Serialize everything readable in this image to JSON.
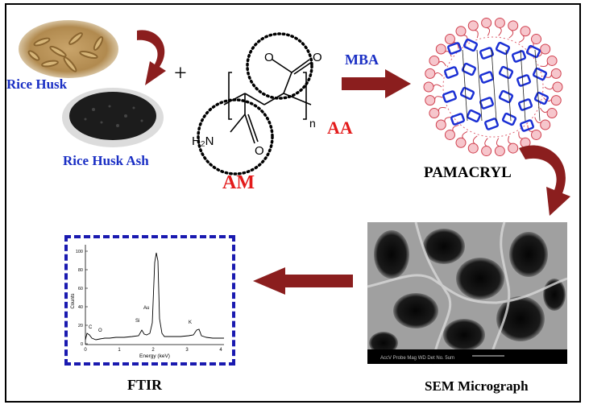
{
  "labels": {
    "rice_husk": "Rice Husk",
    "rice_husk_ash": "Rice Husk Ash",
    "plus": "+",
    "mba": "MBA",
    "am": "AM",
    "aa": "AA",
    "pamacryl": "PAMACRYL",
    "sem_micrograph": "SEM Micrograph",
    "ftir": "FTIR"
  },
  "chem": {
    "h2n": "H₂N",
    "o_top1": "O",
    "o_top2": "O",
    "o_bottom": "O",
    "n_sub": "n"
  },
  "spectrum": {
    "ylabel": "Counts",
    "xlabel": "Energy (keV)",
    "y_ticks": [
      "100",
      "80",
      "60",
      "40",
      "20",
      "0"
    ],
    "x_ticks": [
      "0",
      "1",
      "2",
      "3",
      "4"
    ],
    "peak_labels": [
      "C",
      "O",
      "Si",
      "Au",
      "K"
    ]
  },
  "sem": {
    "scale_text": "AccV  Probe  Mag  WD  Det  No.       5um"
  },
  "colors": {
    "arrow": "#8b1e1e",
    "label_blue": "#1a2fc4",
    "label_red": "#e31b1b",
    "ftir_border": "#1a1ab0"
  }
}
